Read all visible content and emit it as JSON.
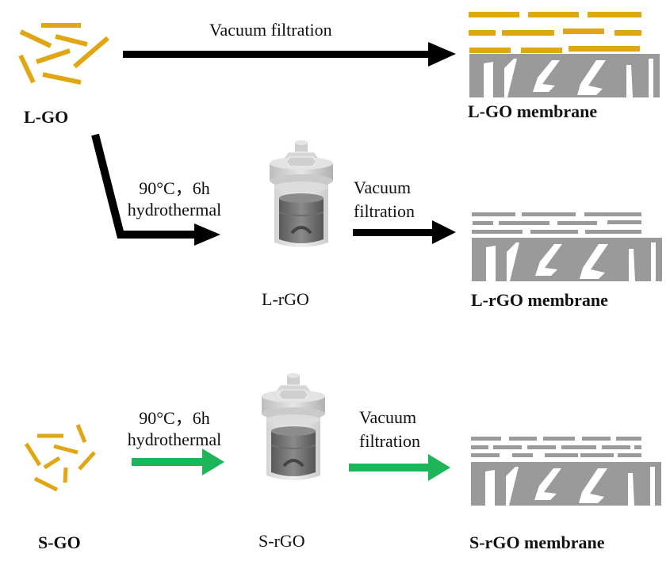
{
  "colors": {
    "go_flake": "#E0A614",
    "membrane_gray": "#9a9a9a",
    "arrow_black": "#000000",
    "arrow_green": "#1DB55A"
  },
  "row1": {
    "source_label": "L-GO",
    "process_label": "Vacuum filtration",
    "product_label": "L-GO membrane"
  },
  "row2": {
    "condition_line1": "90°C，6h",
    "condition_line2": "hydrothermal",
    "intermediate_label": "L-rGO",
    "process_line1": "Vacuum",
    "process_line2": "filtration",
    "product_label": "L-rGO membrane"
  },
  "row3": {
    "source_label": "S-GO",
    "condition_line1": "90°C，6h",
    "condition_line2": "hydrothermal",
    "intermediate_label": "S-rGO",
    "process_line1": "Vacuum",
    "process_line2": "filtration",
    "product_label": "S-rGO membrane"
  }
}
